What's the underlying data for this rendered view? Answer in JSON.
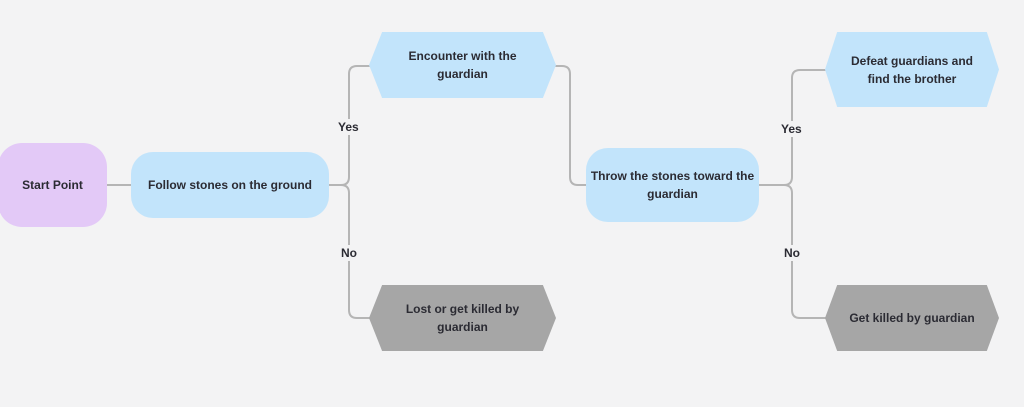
{
  "diagram": {
    "nodes": {
      "start": "Start Point",
      "follow": "Follow stones on the ground",
      "encounter": "Encounter with the guardian",
      "lost": "Lost or get killed by guardian",
      "throw": "Throw the stones toward the guardian",
      "defeat": "Defeat  guardians and find the brother",
      "killed": "Get killed by guardian"
    },
    "edge_labels": {
      "yes1": "Yes",
      "no1": "No",
      "yes2": "Yes",
      "no2": "No"
    },
    "colors": {
      "background": "#f3f3f4",
      "start": "#e3c9f7",
      "decision": "#c2e4fb",
      "failure": "#a6a6a6",
      "connector": "#b5b5b5",
      "text": "#2b2b33"
    }
  }
}
